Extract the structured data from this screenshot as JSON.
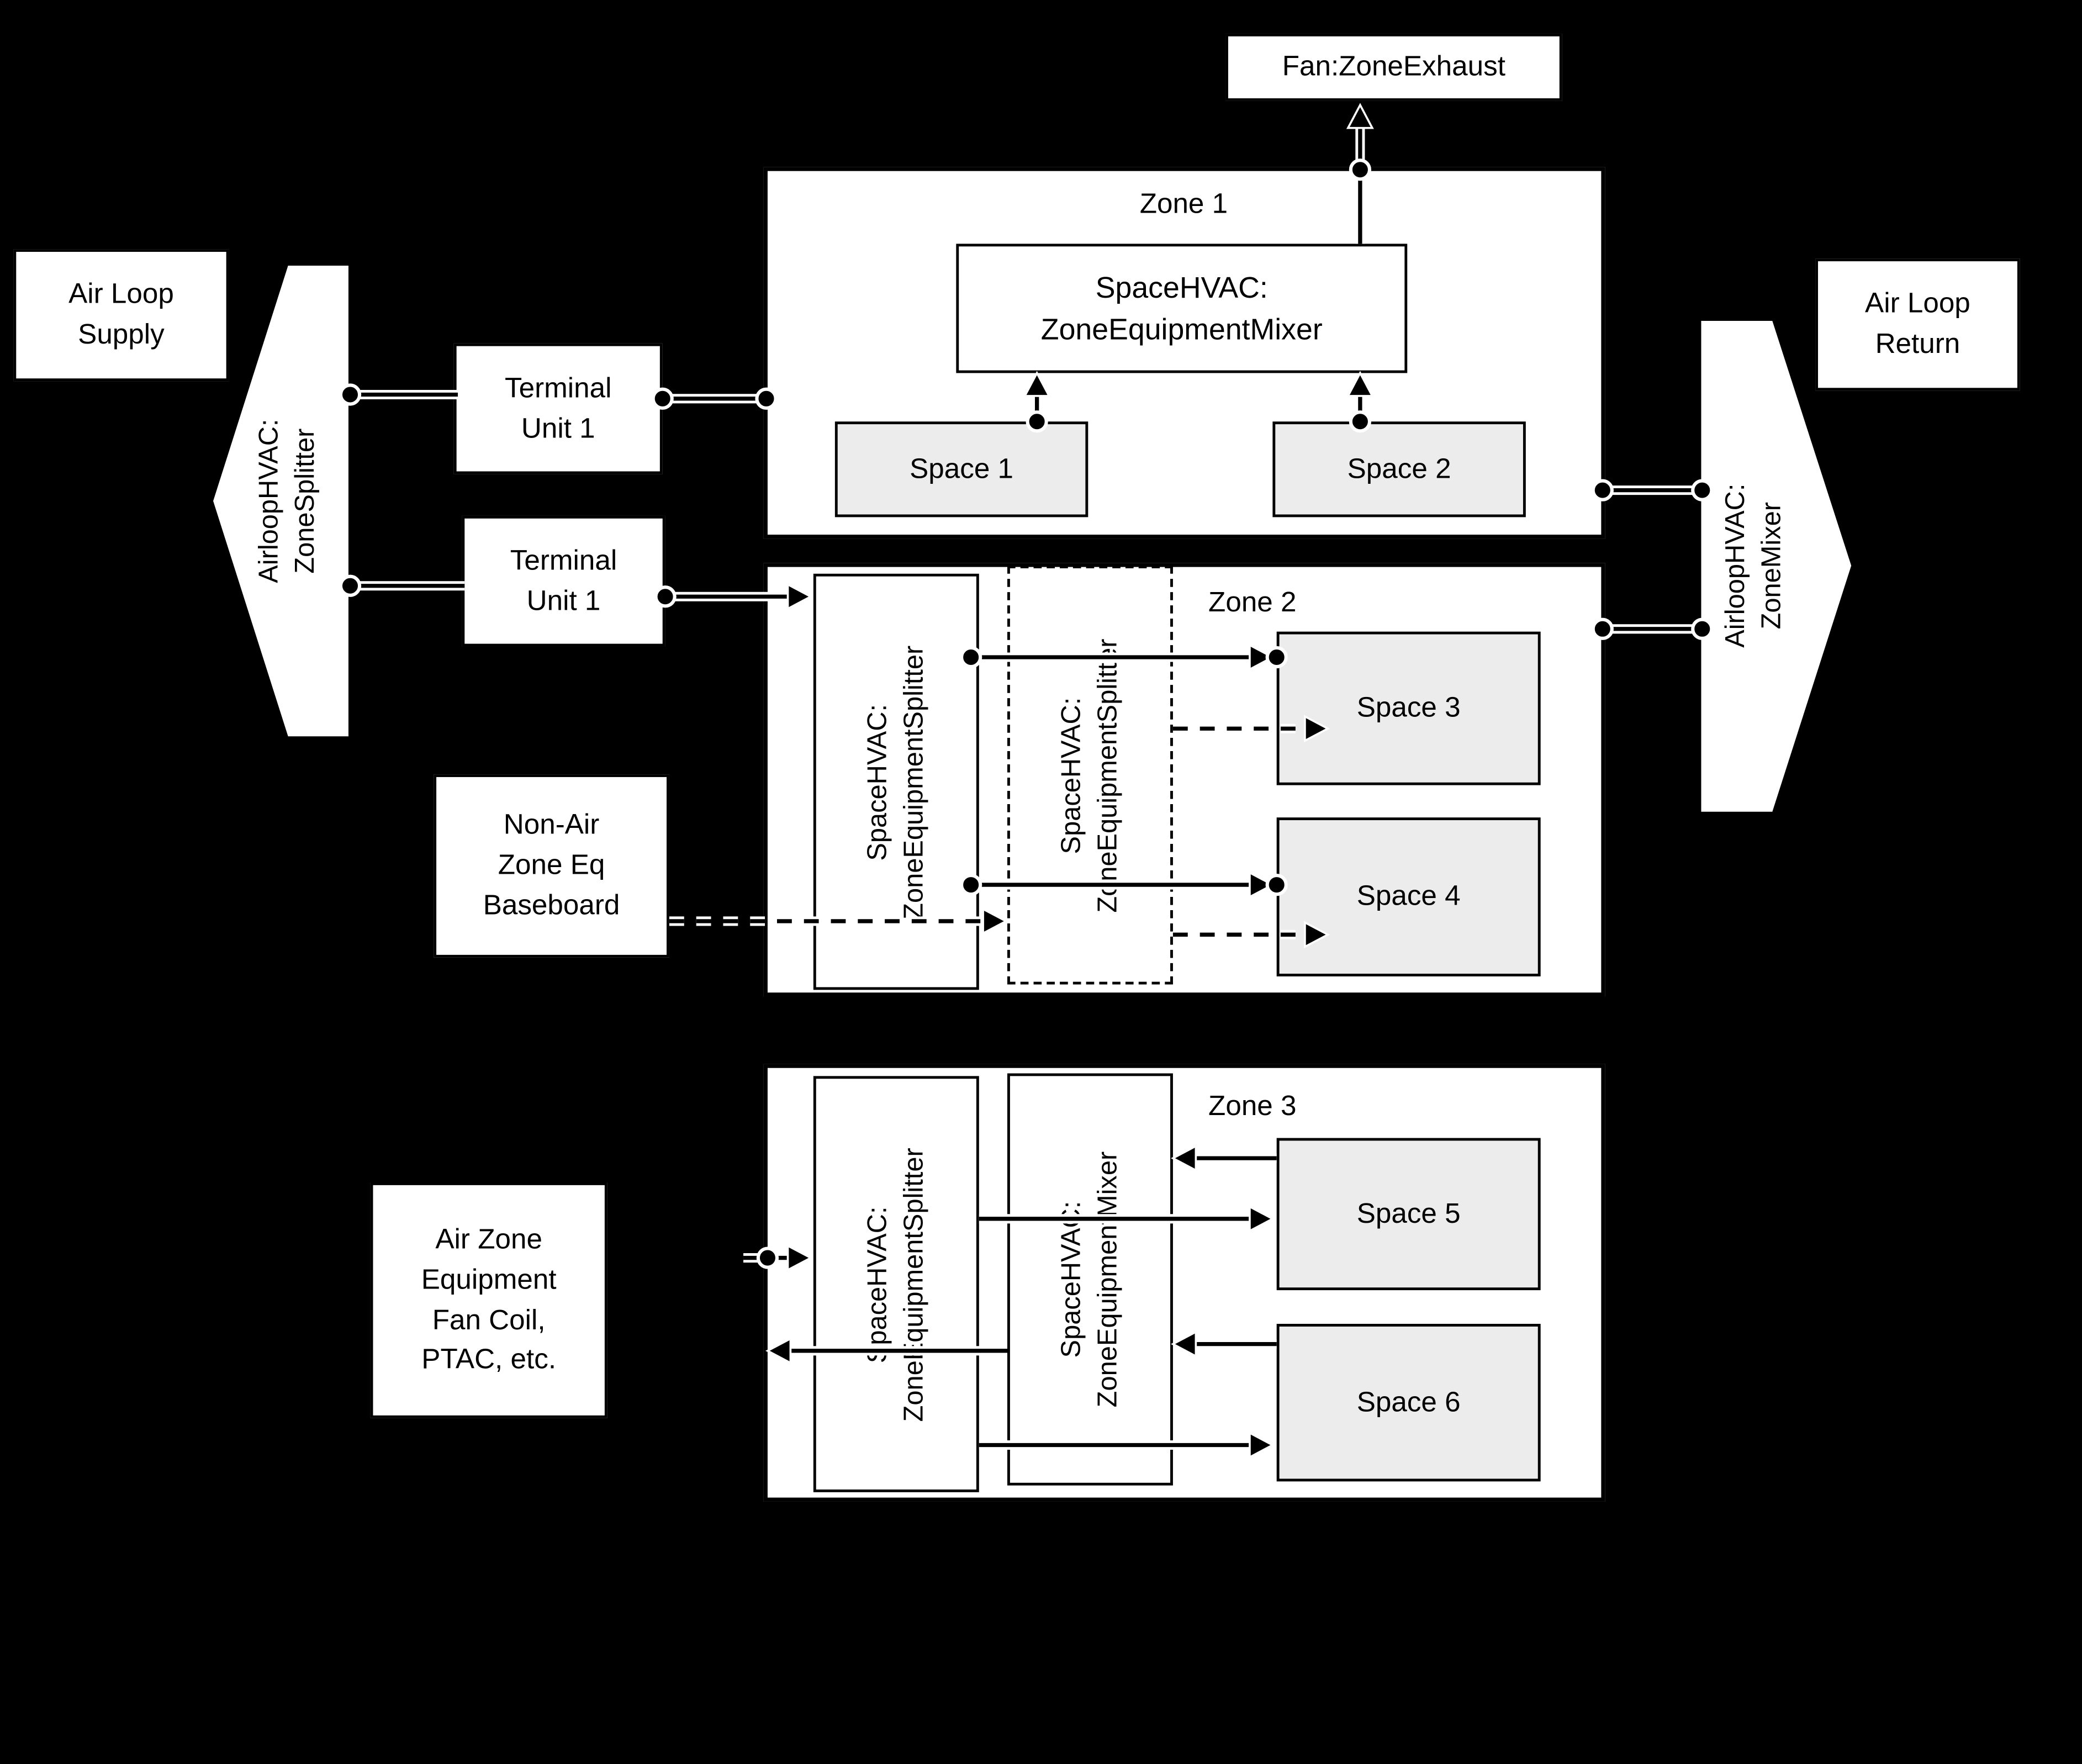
{
  "colors": {
    "background": "#000000",
    "box_fill": "#ffffff",
    "space_fill": "#ececec",
    "line": "#000000",
    "line_halo": "#ffffff"
  },
  "diagram": {
    "fan_exhaust": "Fan:ZoneExhaust",
    "air_loop_supply": {
      "line1": "Air Loop",
      "line2": "Supply"
    },
    "air_loop_return": {
      "line1": "Air Loop",
      "line2": "Return"
    },
    "airloop_zone_splitter": {
      "line1": "AirloopHVAC:",
      "line2": "ZoneSplitter"
    },
    "airloop_zone_mixer": {
      "line1": "AirloopHVAC:",
      "line2": "ZoneMixer"
    },
    "terminal_unit_1": {
      "line1": "Terminal",
      "line2": "Unit 1"
    },
    "terminal_unit_2": {
      "line1": "Terminal",
      "line2": "Unit 1"
    },
    "non_air_zone_eq": {
      "line1": "Non-Air",
      "line2": "Zone Eq",
      "line3": "Baseboard"
    },
    "air_zone_equipment": {
      "line1": "Air Zone",
      "line2": "Equipment",
      "line3": "Fan Coil,",
      "line4": "PTAC, etc."
    },
    "zone1": {
      "title": "Zone 1",
      "mixer": {
        "line1": "SpaceHVAC:",
        "line2": "ZoneEquipmentMixer"
      },
      "space1": "Space 1",
      "space2": "Space 2"
    },
    "zone2": {
      "title": "Zone 2",
      "splitter": {
        "line1": "SpaceHVAC:",
        "line2": "ZoneEquipmentSplitter"
      },
      "splitter_dashed": {
        "line1": "SpaceHVAC:",
        "line2": "ZoneEquipmentSplitter"
      },
      "space3": "Space 3",
      "space4": "Space 4"
    },
    "zone3": {
      "title": "Zone 3",
      "splitter": {
        "line1": "SpaceHVAC:",
        "line2": "ZoneEquipmentSplitter"
      },
      "mixer": {
        "line1": "SpaceHVAC:",
        "line2": "ZoneEquipmentMixer"
      },
      "space5": "Space 5",
      "space6": "Space 6"
    }
  }
}
